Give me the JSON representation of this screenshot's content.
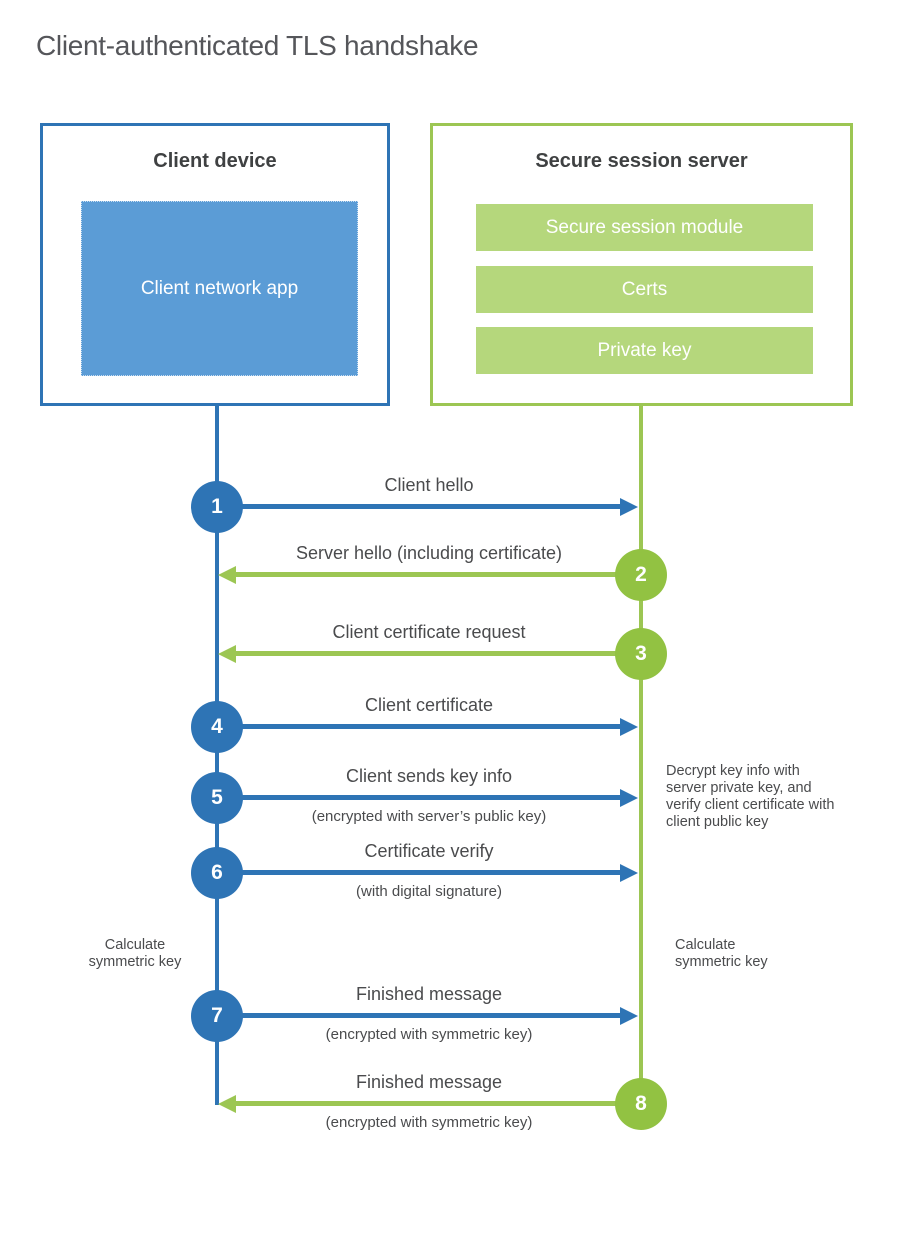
{
  "title": "Client-authenticated TLS handshake",
  "colors": {
    "client_blue": "#2e74b5",
    "client_fill_blue": "#5b9cd6",
    "server_green": "#9cc653",
    "server_circle_green": "#92c242",
    "server_fill_green": "#b5d77c",
    "text_dark": "#4a4b4d"
  },
  "client": {
    "heading": "Client device",
    "app_label": "Client network app"
  },
  "server": {
    "heading": "Secure session server",
    "modules": [
      {
        "label": "Secure session module"
      },
      {
        "label": "Certs"
      },
      {
        "label": "Private key"
      }
    ]
  },
  "steps": [
    {
      "number": "1",
      "direction": "client-to-server",
      "label": "Client hello",
      "sublabel": ""
    },
    {
      "number": "2",
      "direction": "server-to-client",
      "label": "Server hello (including certificate)",
      "sublabel": ""
    },
    {
      "number": "3",
      "direction": "server-to-client",
      "label": "Client certificate request",
      "sublabel": ""
    },
    {
      "number": "4",
      "direction": "client-to-server",
      "label": "Client certificate",
      "sublabel": ""
    },
    {
      "number": "5",
      "direction": "client-to-server",
      "label": "Client sends key info",
      "sublabel": "(encrypted with server’s public key)"
    },
    {
      "number": "6",
      "direction": "client-to-server",
      "label": "Certificate verify",
      "sublabel": "(with digital signature)"
    },
    {
      "number": "7",
      "direction": "client-to-server",
      "label": "Finished message",
      "sublabel": "(encrypted with symmetric key)"
    },
    {
      "number": "8",
      "direction": "server-to-client",
      "label": "Finished message",
      "sublabel": "(encrypted with symmetric key)"
    }
  ],
  "notes": {
    "decrypt": "Decrypt key info with server private key, and verify client certificate with client public key",
    "calc_left": "Calculate symmetric key",
    "calc_right": "Calculate symmetric key"
  }
}
